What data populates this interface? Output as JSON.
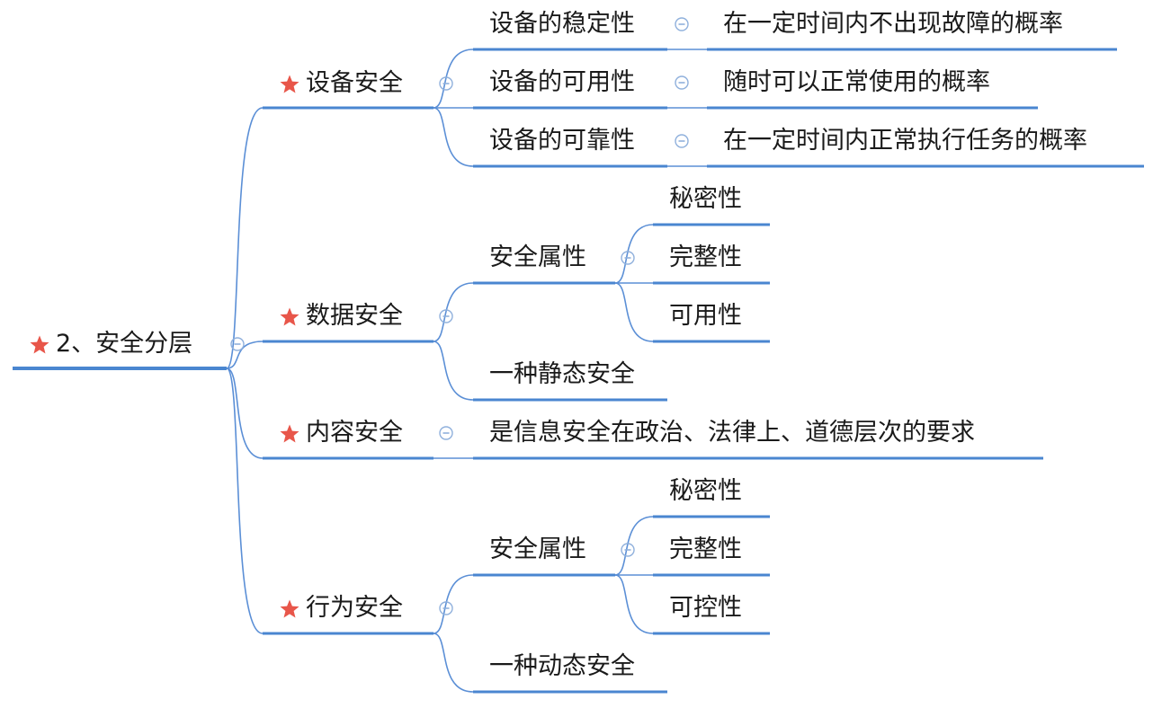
{
  "colors": {
    "branch": "#5b8fd6",
    "underline": "#4a86d0",
    "star": "#e8564a",
    "toggle": "#8fb0dc"
  },
  "icons": {
    "priority": "star-icon",
    "toggle": "collapse-minus-icon"
  },
  "root": {
    "label": "2、安全分层"
  },
  "device_security": {
    "label": "设备安全",
    "stability": {
      "label": "设备的稳定性",
      "desc": "在一定时间内不出现故障的概率"
    },
    "availability": {
      "label": "设备的可用性",
      "desc": "随时可以正常使用的概率"
    },
    "reliability": {
      "label": "设备的可靠性",
      "desc": "在一定时间内正常执行任务的概率"
    }
  },
  "data_security": {
    "label": "数据安全",
    "attributes": {
      "label": "安全属性",
      "items": [
        "秘密性",
        "完整性",
        "可用性"
      ]
    },
    "kind": "一种静态安全"
  },
  "content_security": {
    "label": "内容安全",
    "desc": "是信息安全在政治、法律上、道德层次的要求"
  },
  "behavior_security": {
    "label": "行为安全",
    "attributes": {
      "label": "安全属性",
      "items": [
        "秘密性",
        "完整性",
        "可控性"
      ]
    },
    "kind": "一种动态安全"
  }
}
